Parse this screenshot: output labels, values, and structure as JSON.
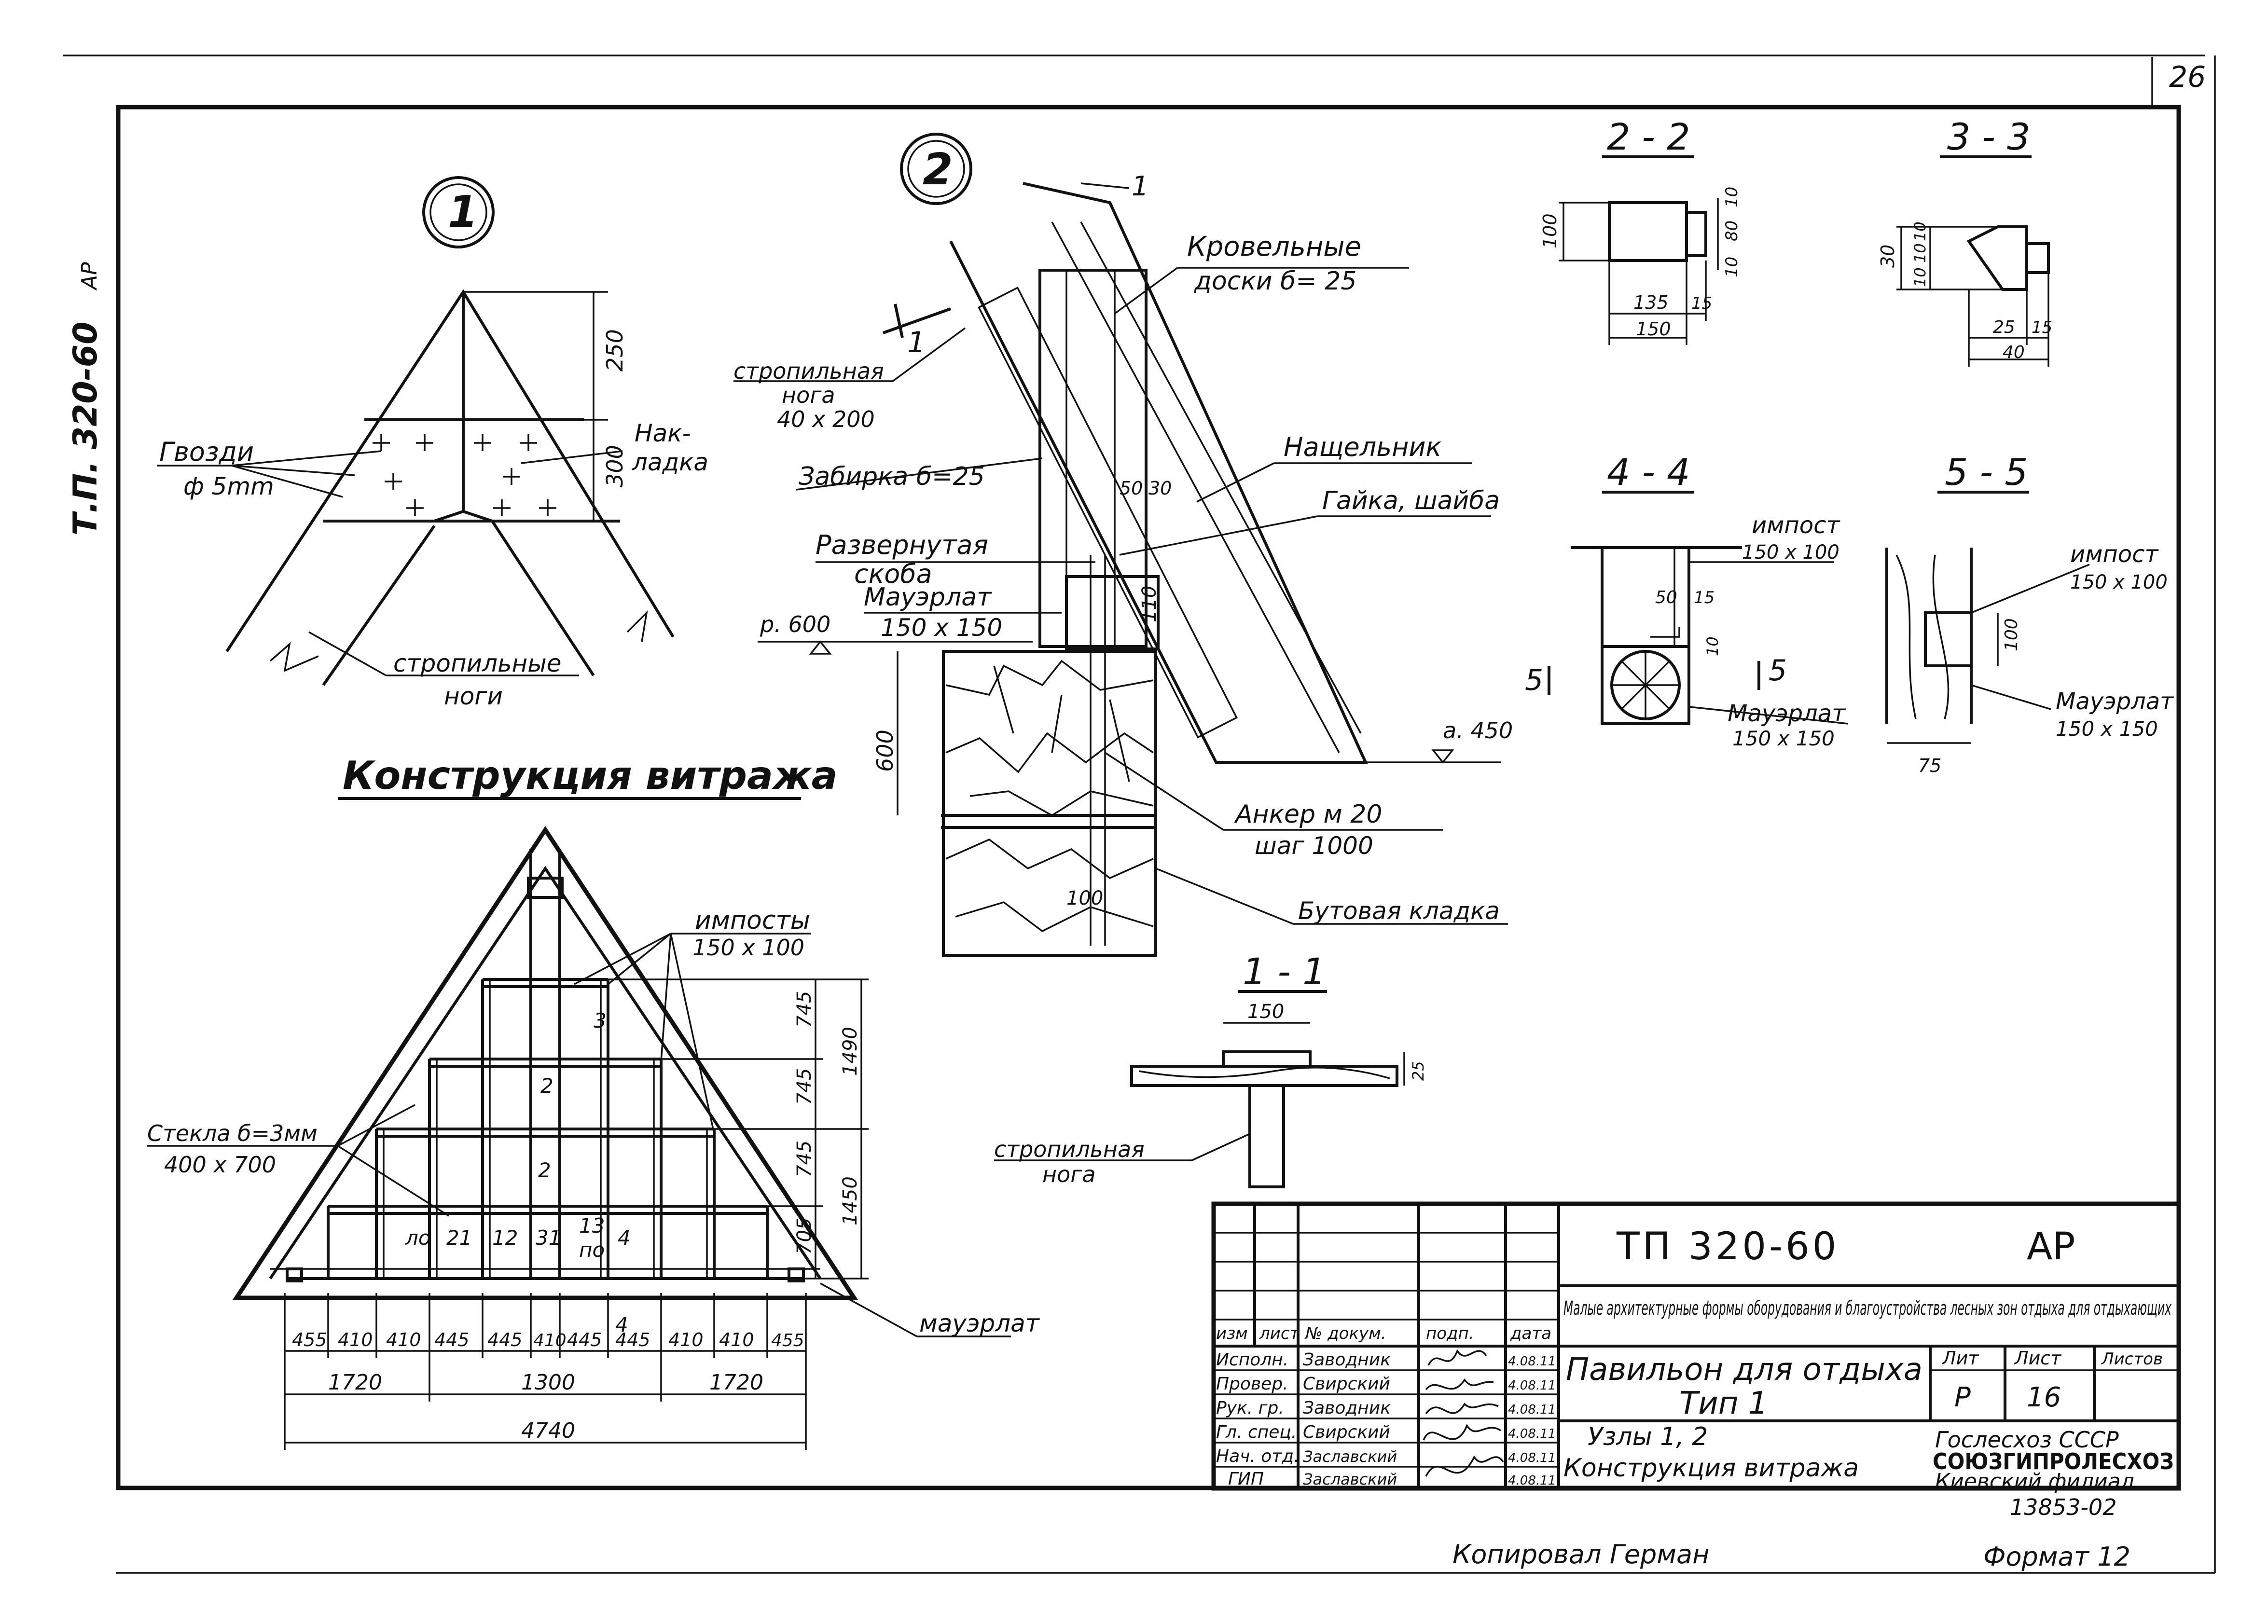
{
  "sheet": {
    "page_number": "26",
    "side_code": "Т.П. 320-60",
    "side_note": "АР"
  },
  "node1": {
    "marker": "1",
    "label_nails": "Гвозди",
    "label_nails_size": "ф 5mm",
    "label_plate": "Нак-",
    "label_plate2": "ладка",
    "label_rafters": "стропильные",
    "label_rafters2": "ноги",
    "dim_250": "250",
    "dim_300": "300"
  },
  "node2": {
    "marker": "2",
    "section_1": "1",
    "label_roof_boards": "Кровельные",
    "label_roof_boards2": "доски б= 25",
    "label_rafter_leg": "стропильная",
    "label_rafter_leg2": "нога",
    "label_rafter_leg3": "40 х 200",
    "label_zabirka": "Забирка б=25",
    "label_nashchelnik": "Нащельник",
    "label_nut": "Гайка, шайба",
    "label_bracket": "Развернутая",
    "label_bracket2": "скоба",
    "label_mauerlat": "Мауэрлат",
    "label_mauerlat2": "150 х 150",
    "label_anchor": "Анкер м 20",
    "label_anchor2": "шаг 1000",
    "label_rubble": "Бутовая кладка",
    "level_600": "р. 600",
    "level_450": "а. 450",
    "dim_600": "600",
    "dim_100": "100",
    "dim_110": "110",
    "dim_50": "50",
    "dim_30": "30"
  },
  "sec22": {
    "title": "2 - 2",
    "d100": "100",
    "d10a": "10",
    "d80": "80",
    "d10b": "10",
    "d135": "135",
    "d15": "15",
    "d150": "150"
  },
  "sec33": {
    "title": "3 - 3",
    "d30": "30",
    "d10a": "10",
    "d10b": "10",
    "d10c": "10",
    "d25": "25",
    "d15": "15",
    "d40": "40"
  },
  "sec44": {
    "title": "4 - 4",
    "label_impost": "импост",
    "label_impost2": "150 х 100",
    "label_mauerlat": "Мауэрлат",
    "label_mauerlat2": "150 х 150",
    "mark_5a": "5",
    "mark_5b": "5",
    "d50": "50",
    "d15": "15",
    "d10": "10"
  },
  "sec55": {
    "title": "5 - 5",
    "label_impost": "импост",
    "label_impost2": "150 х 100",
    "label_mauerlat": "Мауэрлат",
    "label_mauerlat2": "150 х 150",
    "d100": "100",
    "d75": "75"
  },
  "sec11": {
    "title": "1 - 1",
    "d150": "150",
    "d25": "25",
    "label_rafter": "стропильная",
    "label_rafter2": "нога"
  },
  "stained_glass": {
    "title": "Конструкция витража",
    "label_imposts": "импосты",
    "label_imposts2": "150 х 100",
    "label_glass": "Стекла б=3мм",
    "label_glass2": "400 х 700",
    "label_mauerlat": "мауэрлат",
    "mark_lo": "ло",
    "mark_21": "21",
    "mark_12": "12",
    "mark_31": "31",
    "mark_13": "13",
    "mark_no": "по",
    "mark_14": "4",
    "mark_4b": "4",
    "mark_22": "2",
    "mark_33": "3",
    "mark_l2": "2",
    "vdim_745a": "745",
    "vdim_745b": "745",
    "vdim_745c": "745",
    "vdim_705": "705",
    "vdim_1490": "1490",
    "vdim_1450": "1450",
    "hdims": [
      "455",
      "410",
      "410",
      "445",
      "445",
      "410",
      "445",
      "445",
      "410",
      "410",
      "455"
    ],
    "total_left": "1720",
    "total_mid": "1300",
    "total_right": "1720",
    "total": "4740"
  },
  "title_block": {
    "code": "ТП  320-60",
    "discipline": "АР",
    "project": "Малые архитектурные формы оборудования и благоустройства лесных зон отдыха для отдыхающих",
    "sheet_title": "Павильон для отдыха",
    "sheet_title2": "Тип 1",
    "content": "Узлы 1, 2",
    "content2": "Конструкция витража",
    "col_change": "изм",
    "col_sheet": "лист",
    "col_doc": "№ докум.",
    "col_sign": "подп.",
    "col_date": "дата",
    "lit_header": "Лит",
    "sheet_header": "Лист",
    "sheets_header": "Листов",
    "lit_value": "Р",
    "sheet_value": "16",
    "org1": "Гослесхоз СССР",
    "org2": "СОЮЗГИПРОЛЕСХОЗ",
    "org3": "Киевский филиал",
    "doc_number": "13853-02",
    "roles": [
      {
        "role": "Исполн.",
        "name": "Заводник",
        "date": "4.08.11"
      },
      {
        "role": "Провер.",
        "name": "Свирский",
        "date": "4.08.11"
      },
      {
        "role": "Рук. гр.",
        "name": "Заводник",
        "date": "4.08.11"
      },
      {
        "role": "Гл. спец.",
        "name": "Свирский",
        "date": "4.08.11"
      },
      {
        "role": "Нач. отд.",
        "name": "Заславский",
        "date": "4.08.11"
      },
      {
        "role": "ГИП",
        "name": "Заславский",
        "date": "4.08.11"
      }
    ]
  },
  "footer": {
    "copied": "Копировал  Герман",
    "format": "Формат 12"
  }
}
